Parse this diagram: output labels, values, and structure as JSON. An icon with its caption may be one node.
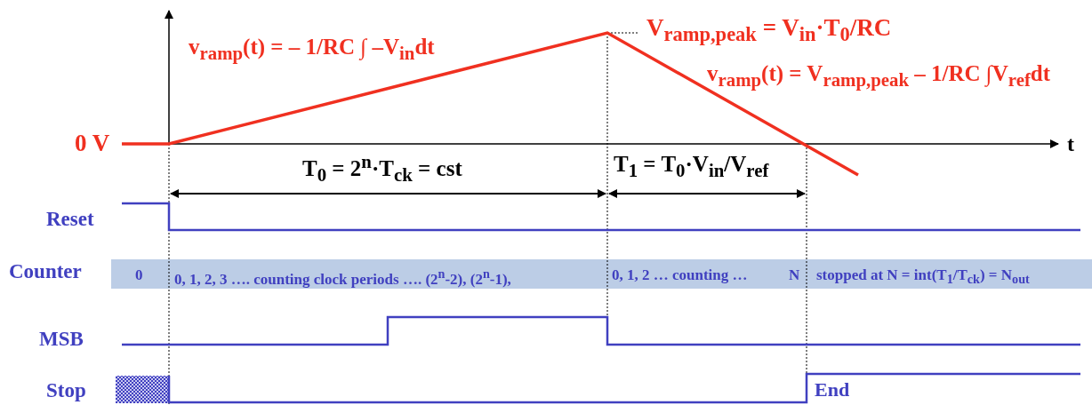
{
  "diagram": {
    "labels": [
      "v$_{ramp}$(t) = – 1/RC ∫ –V$_{in}$dt",
      "V$_{ramp,peak}$ = V$_{in}$·T$_{0}$/RC",
      "v$_{ramp}$(t) = V$_{ramp,peak}$ – 1/RC ∫V$_{ref}$dt",
      "0 V",
      "t",
      "T$_{0}$ = 2$^{n}$·T$_{ck}$ = cst",
      "T$_{1}$ = T$_{0}$·V$_{in}$/V$_{ref}$",
      "Reset",
      "Counter",
      "0",
      "0, 1, 2, 3 …. counting clock periods …. (2$^{n}$-2), (2$^{n}$-1),",
      "0, 1, 2 … counting …",
      "N",
      "stopped at N = int(T$_{1}$/T$_{ck}$) = N$_{out}$",
      "MSB",
      "Stop",
      "End"
    ]
  }
}
